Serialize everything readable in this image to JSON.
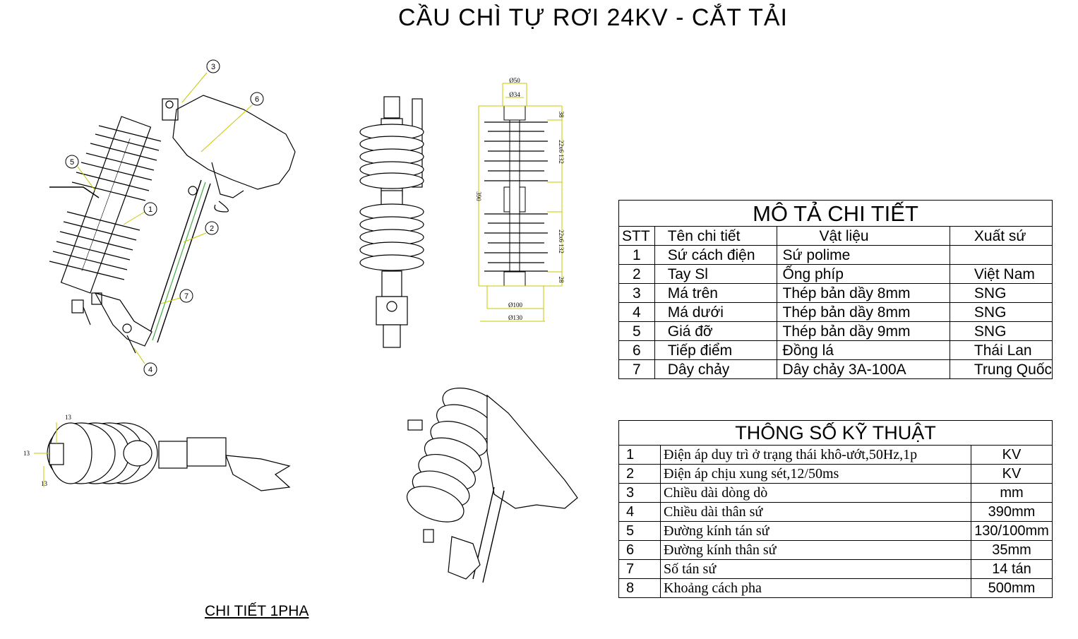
{
  "title": "CẦU CHÌ TỰ RƠI 24KV - CẮT TẢI",
  "caption": "CHI TIẾT 1PHA",
  "callouts": [
    "1",
    "2",
    "3",
    "4",
    "5",
    "6",
    "7"
  ],
  "dimensions": {
    "d50": "Ø50",
    "d34": "Ø34",
    "d100": "Ø100",
    "d130": "Ø130",
    "h38": "38",
    "h132a": "22x6 132",
    "h390": "390",
    "h132b": "22x6 132",
    "h28": "28",
    "side13a": "13",
    "side13b": "13",
    "side13c": "13"
  },
  "detail_table": {
    "title": "MÔ TẢ CHI TIẾT",
    "headers": [
      "STT",
      "Tên chi tiết",
      "Vật liệu",
      "Xuất sứ"
    ],
    "rows": [
      [
        "1",
        "Sứ cách điện",
        "Sứ polime",
        ""
      ],
      [
        "2",
        "Tay Sl",
        "Ống phíp",
        "Việt Nam"
      ],
      [
        "3",
        "Má trên",
        "Thép bản dầy 8mm",
        "SNG"
      ],
      [
        "4",
        "Má dưới",
        "Thép bản dầy 8mm",
        "SNG"
      ],
      [
        "5",
        "Giá đỡ",
        "Thép bản dầy 9mm",
        "SNG"
      ],
      [
        "6",
        "Tiếp điểm",
        "Đồng lá",
        "Thái Lan"
      ],
      [
        "7",
        "Dây chảy",
        "Dây chảy 3A-100A",
        "Trung Quốc"
      ]
    ]
  },
  "spec_table": {
    "title": "THÔNG SỐ KỸ THUẬT",
    "rows": [
      [
        "1",
        "Điện áp duy trì ở trạng thái khô-ướt,50Hz,1p",
        "KV"
      ],
      [
        "2",
        "Điện áp chịu xung sét,12/50ms",
        "KV"
      ],
      [
        "3",
        "Chiều dài dòng dò",
        "mm"
      ],
      [
        "4",
        "Chiều dài thân sứ",
        "390mm"
      ],
      [
        "5",
        "Đường kính tán sứ",
        "130/100mm"
      ],
      [
        "6",
        "Đường kính thân sứ",
        "35mm"
      ],
      [
        "7",
        "Số tán sứ",
        "14 tán"
      ],
      [
        "8",
        "Khoảng cách pha",
        "500mm"
      ]
    ]
  }
}
